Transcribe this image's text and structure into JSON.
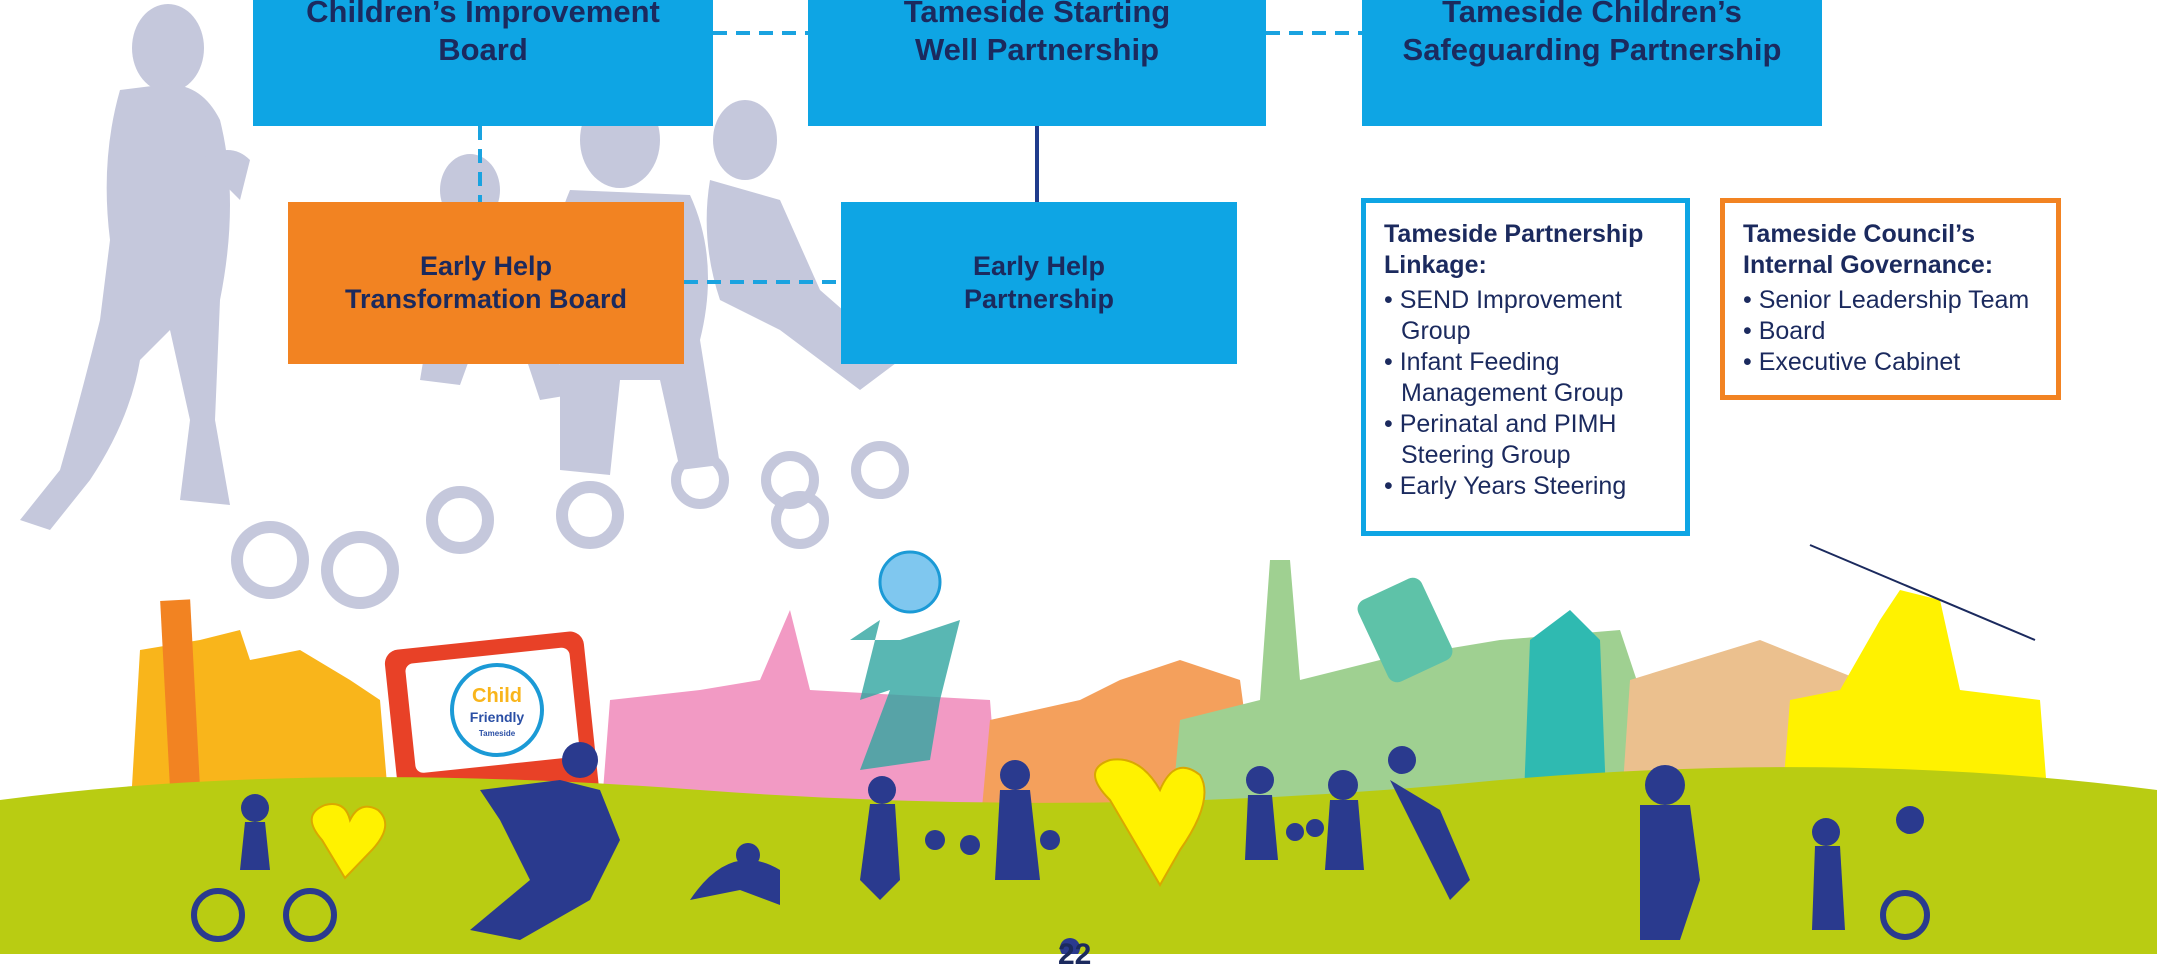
{
  "boards": {
    "childrens_improvement": "Children’s Improvement\nBoard",
    "starting_well": "Tameside Starting\nWell Partnership",
    "safeguarding": "Tameside Children’s\nSafeguarding Partnership",
    "early_help_transformation": "Early Help\nTransformation Board",
    "early_help_partnership": "Early Help\nPartnership"
  },
  "panels": {
    "partnership_linkage": {
      "title": "Tameside Partnership\nLinkage:",
      "items": [
        "SEND Improvement\nGroup",
        "Infant Feeding\nManagement Group",
        "Perinatal and PIMH\nSteering Group",
        "Early Years Steering"
      ]
    },
    "internal_governance": {
      "title": "Tameside Council’s\nInternal Governance:",
      "items": [
        "Senior Leadership Team",
        "Board",
        "Executive Cabinet"
      ]
    }
  },
  "logo": {
    "line1": "Child",
    "line2": "Friendly",
    "line3": "Tameside"
  },
  "page_fragment": "22",
  "colors": {
    "box_blue": "#0ea5e4",
    "box_orange": "#f28322",
    "text_navy": "#1b2a5e",
    "connector_dashed": "#1aa3e0",
    "connector_solid": "#1f3c8c",
    "silhouette_grey": "#c5c8dc",
    "grass_green": "#b9cc12"
  }
}
